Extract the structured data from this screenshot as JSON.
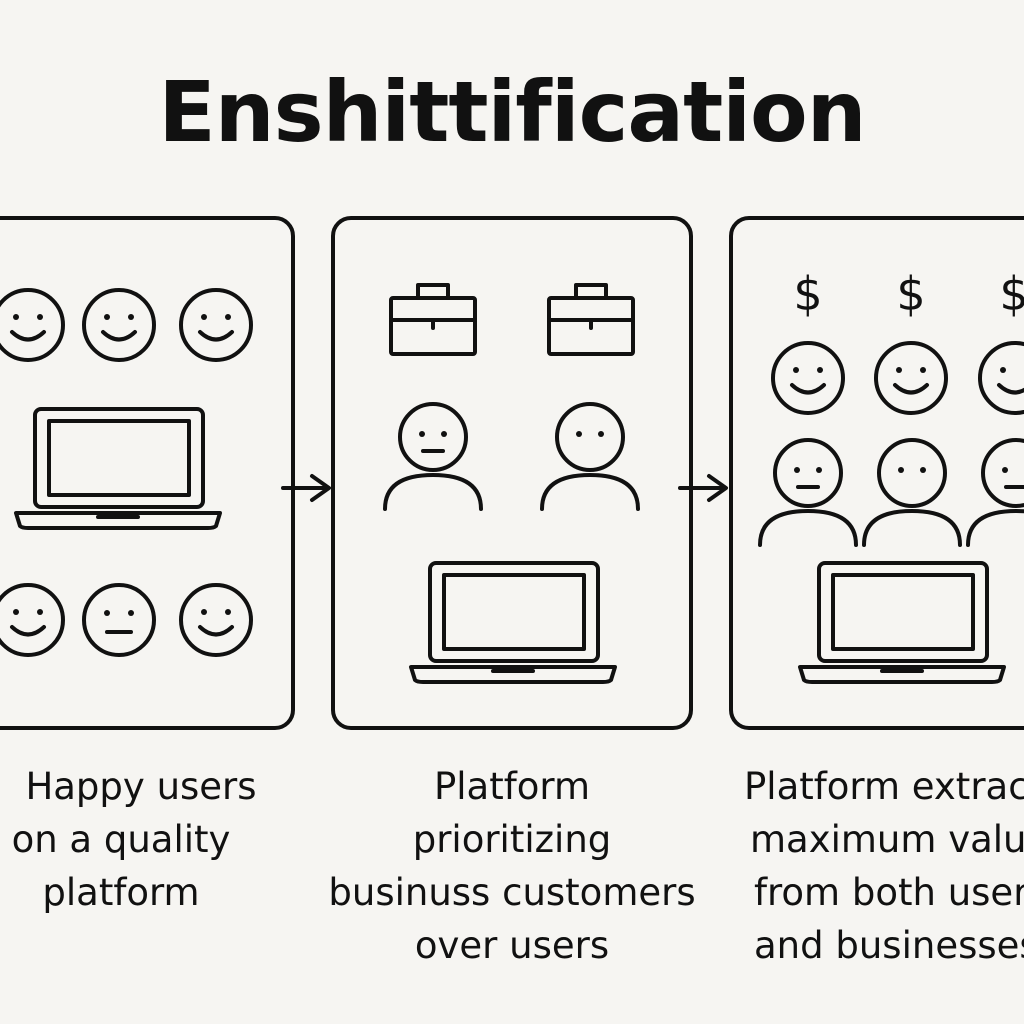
{
  "title": "Enshittification",
  "stages": [
    {
      "caption": [
        "Happy users",
        "on a quality",
        "platform"
      ]
    },
    {
      "caption": [
        "Platform",
        "prioritizing",
        "businuss customers",
        "over users"
      ]
    },
    {
      "caption": [
        "Platform extracts",
        "maximum value",
        "from both users",
        "and businesses"
      ]
    }
  ],
  "dollar_sign": "$",
  "colors": {
    "background": "#f6f5f2",
    "stroke": "#111111"
  }
}
